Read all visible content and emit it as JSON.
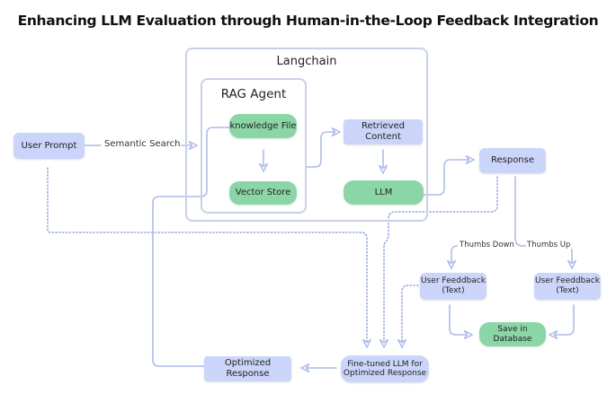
{
  "title": "Enhancing LLM Evaluation through Human-in-the-Loop Feedback Integration",
  "containers": {
    "langchain": "Langchain",
    "rag_agent": "RAG Agent"
  },
  "nodes": {
    "user_prompt": "User Prompt",
    "knowledge_file": "knowledge File",
    "vector_store": "Vector Store",
    "retrieved_content": "Retrieved Content",
    "llm": "LLM",
    "response": "Response",
    "feedback_down": "User Feeddback\n(Text)",
    "feedback_up": "User Feeddback\n(Text)",
    "save_db": "Save in Database",
    "fine_tuned": "Fine-tuned LLM for\nOptimized Response",
    "optimized_response": "Optimized Response"
  },
  "edge_labels": {
    "semantic_search": "Semantic Search",
    "thumbs_down": "Thumbs Down",
    "thumbs_up": "Thumbs Up"
  },
  "colors": {
    "blue_node": "#cbd5fa",
    "green_node": "#8bd6a6",
    "wire": "#aebcea",
    "container_border": "#c9d0ea"
  }
}
